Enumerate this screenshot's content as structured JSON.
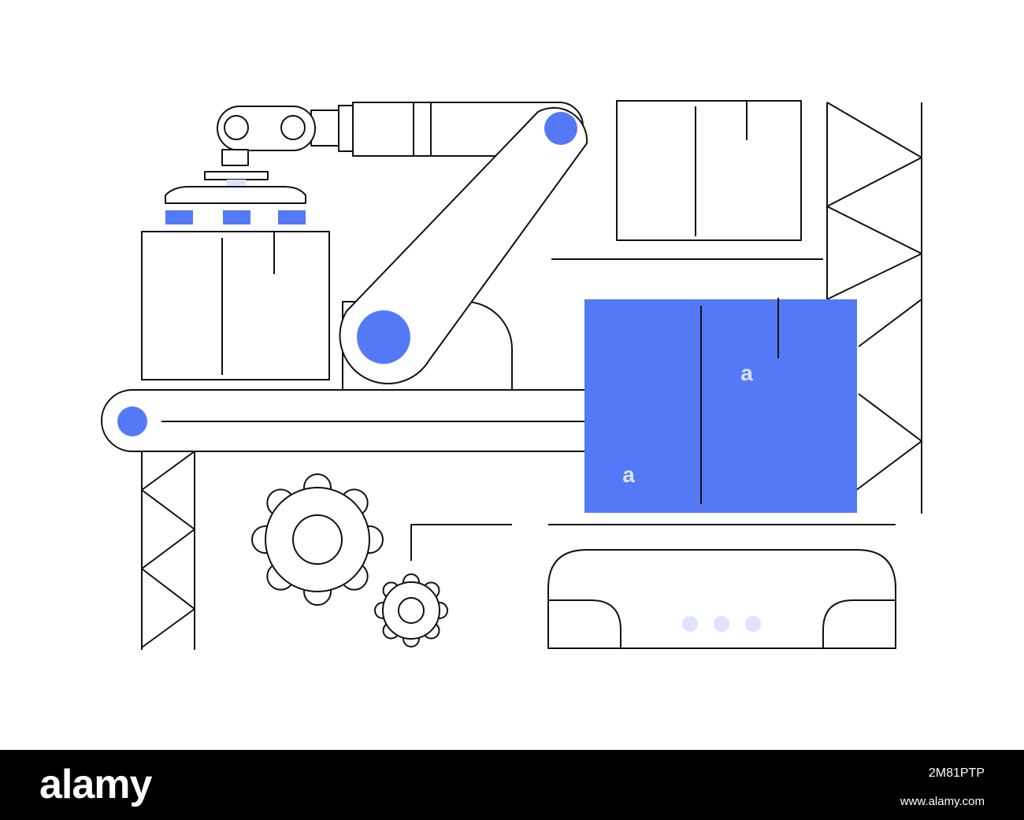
{
  "colors": {
    "accent": "#5479F7",
    "outline": "#111111",
    "background": "#FFFFFF",
    "footer": "#000000",
    "indicator_light": "#DCE3FB"
  },
  "illustration": {
    "subject": "robotic-arm-assembly-line",
    "box_mark": "a"
  },
  "footer": {
    "brand": "alamy",
    "stock_id": "2M81PTP",
    "site": "www.alamy.com"
  }
}
